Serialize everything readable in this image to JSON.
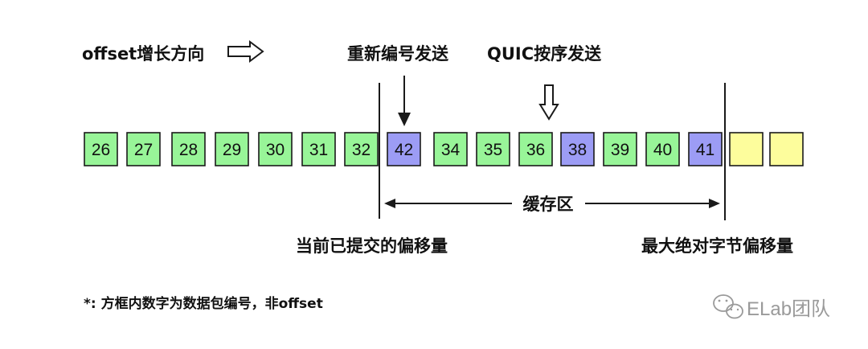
{
  "labels": {
    "offset_direction": "offset增长方向",
    "renumber_send": "重新编号发送",
    "quic_send": "QUIC按序发送",
    "buffer": "缓存区",
    "committed_offset": "当前已提交的偏移量",
    "max_offset": "最大绝对字节偏移量",
    "footnote": "*:  方框内数字为数据包编号，非offset",
    "watermark": "ELab团队"
  },
  "packets": [
    {
      "num": "26",
      "state": "acked"
    },
    {
      "num": "27",
      "state": "acked"
    },
    {
      "num": "28",
      "state": "acked"
    },
    {
      "num": "29",
      "state": "acked"
    },
    {
      "num": "30",
      "state": "acked"
    },
    {
      "num": "31",
      "state": "acked"
    },
    {
      "num": "32",
      "state": "acked"
    },
    {
      "num": "42",
      "state": "retransmit"
    },
    {
      "num": "34",
      "state": "acked"
    },
    {
      "num": "35",
      "state": "acked"
    },
    {
      "num": "36",
      "state": "acked"
    },
    {
      "num": "38",
      "state": "retransmit"
    },
    {
      "num": "39",
      "state": "acked"
    },
    {
      "num": "40",
      "state": "acked"
    },
    {
      "num": "41",
      "state": "retransmit"
    },
    {
      "num": "",
      "state": "pending"
    },
    {
      "num": "",
      "state": "pending"
    }
  ],
  "colors": {
    "acked": "#98f598",
    "retransmit": "#9c9cf5",
    "pending": "#fdfd9c",
    "stroke": "#1a1a1a",
    "watermark": "#9a9a9a"
  },
  "icons": {
    "direction_arrow": "hollow-right-arrow-icon",
    "send_arrow": "solid-down-arrow-icon",
    "quic_arrow": "hollow-down-arrow-icon",
    "watermark_logo": "wechat-icon"
  }
}
